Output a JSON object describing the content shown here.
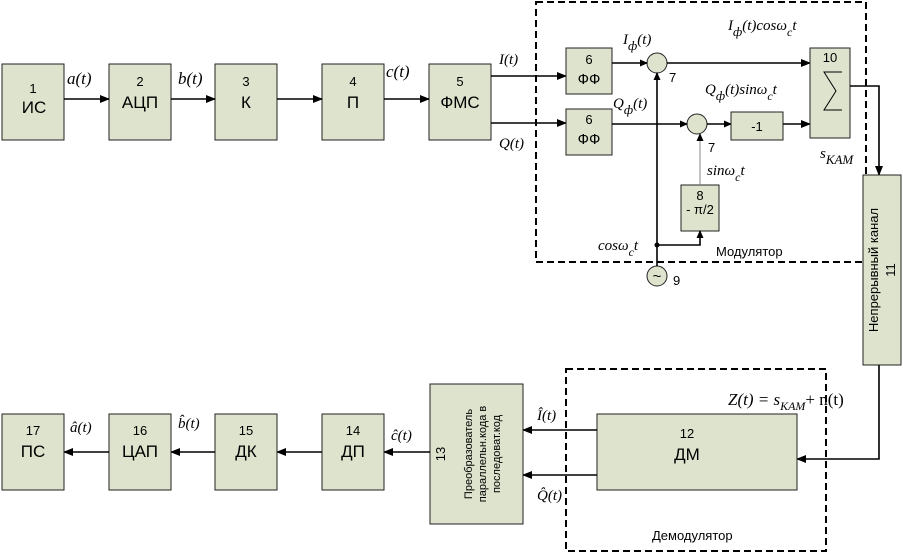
{
  "blocks": {
    "b1": {
      "num": "1",
      "label": "ИС"
    },
    "b2": {
      "num": "2",
      "label": "АЦП"
    },
    "b3": {
      "num": "3",
      "label": "К"
    },
    "b4": {
      "num": "4",
      "label": "П"
    },
    "b5": {
      "num": "5",
      "label": "ФМС"
    },
    "b6a": {
      "num": "6",
      "label": "ФФ"
    },
    "b6b": {
      "num": "6",
      "label": "ФФ"
    },
    "b7a": {
      "num": "7"
    },
    "b7b": {
      "num": "7"
    },
    "b8": {
      "num": "8",
      "label": "- π/2"
    },
    "b9": {
      "num": "9"
    },
    "b10": {
      "num": "10"
    },
    "b11": {
      "num": "11",
      "label": "Непрерывный канал"
    },
    "b12": {
      "num": "12",
      "label": "ДМ"
    },
    "b13": {
      "num": "13",
      "label_line1": "Преобразователь",
      "label_line2": "параллельн.кода в",
      "label_line3": "последоват.код"
    },
    "b14": {
      "num": "14",
      "label": "ДП"
    },
    "b15": {
      "num": "15",
      "label": "ДК"
    },
    "b16": {
      "num": "16",
      "label": "ЦАП"
    },
    "b17": {
      "num": "17",
      "label": "ПС"
    },
    "inv": {
      "label": "-1"
    }
  },
  "signals": {
    "a": "a(t)",
    "b": "b(t)",
    "c": "c(t)",
    "I": "I(t)",
    "Q": "Q(t)",
    "Iphi": "I",
    "Qphi": "Q",
    "phi_sub": "ф",
    "phi_t": "(t)",
    "Icos": "(t)cosω",
    "Qsin": "(t)sinω",
    "c_sub": "c",
    "t": "t",
    "sin": "sinω",
    "cos": "cosω",
    "s_kam": "s",
    "kam_sub": "КАМ",
    "Z": "Z(t) = s",
    "plus_n": "+ n(t)",
    "a_hat": "â(t)",
    "b_hat": "b̂(t)",
    "c_hat": "ĉ(t)",
    "I_hat": "Î(t)",
    "Q_hat": "Q̂(t)"
  },
  "regions": {
    "modulator": "Модулятор",
    "demodulator": "Демодулятор"
  }
}
